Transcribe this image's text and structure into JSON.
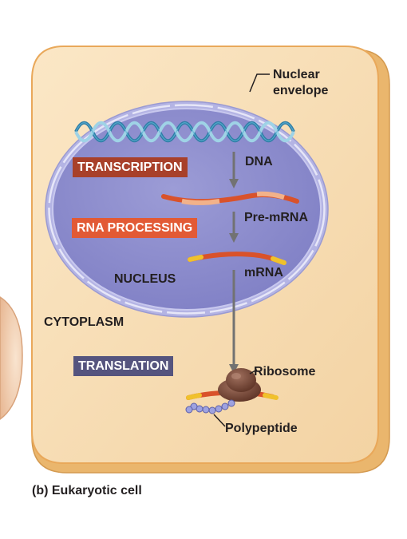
{
  "labels": {
    "nuclear_envelope_line1": "Nuclear",
    "nuclear_envelope_line2": "envelope",
    "dna": "DNA",
    "pre_mrna": "Pre-mRNA",
    "mrna": "mRNA",
    "nucleus": "NUCLEUS",
    "cytoplasm": "CYTOPLASM",
    "ribosome": "Ribosome",
    "polypeptide": "Polypeptide"
  },
  "processes": {
    "transcription": "TRANSCRIPTION",
    "rna_processing": "RNA PROCESSING",
    "translation": "TRANSLATION"
  },
  "caption": "(b) Eukaryotic cell",
  "colors": {
    "cell_fill": "#f7dcb2",
    "cell_border": "#e9a85a",
    "nucleus_fill": "#8f8fce",
    "nucleus_border": "#b9b9e6",
    "transcription_box": "#a8402a",
    "rna_processing_box": "#e25a35",
    "translation_box": "#55547e",
    "arrow": "#727272",
    "rna_strand": "#d9522b",
    "pre_mrna_intron": "#f2b28a",
    "cap": "#f0c12c",
    "ribosome": "#7a4a3a",
    "polypeptide": "#9ea2e0"
  },
  "icons": [
    "dna-double-helix-icon",
    "ribosome-icon",
    "polypeptide-chain-icon"
  ]
}
